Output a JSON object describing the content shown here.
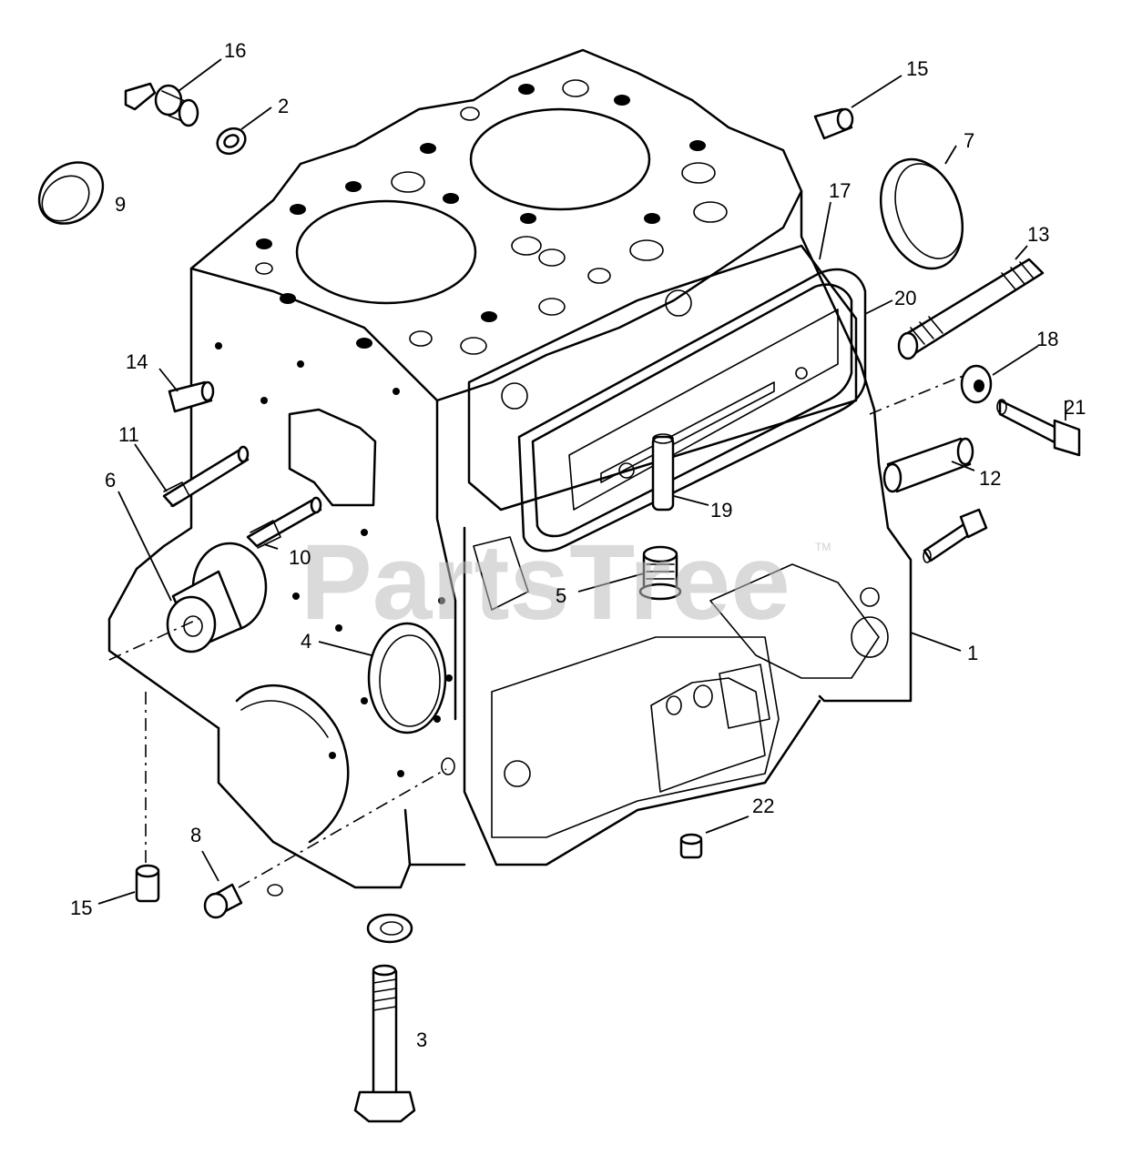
{
  "watermark": {
    "text": "PartsTree",
    "tm": "TM"
  },
  "callouts": [
    {
      "id": "1",
      "text": "1"
    },
    {
      "id": "2",
      "text": "2"
    },
    {
      "id": "3",
      "text": "3"
    },
    {
      "id": "4",
      "text": "4"
    },
    {
      "id": "5",
      "text": "5"
    },
    {
      "id": "6",
      "text": "6"
    },
    {
      "id": "7",
      "text": "7"
    },
    {
      "id": "8",
      "text": "8"
    },
    {
      "id": "9",
      "text": "9"
    },
    {
      "id": "10",
      "text": "10"
    },
    {
      "id": "11",
      "text": "11"
    },
    {
      "id": "12",
      "text": "12"
    },
    {
      "id": "13",
      "text": "13"
    },
    {
      "id": "14",
      "text": "14"
    },
    {
      "id": "15a",
      "text": "15"
    },
    {
      "id": "15b",
      "text": "15"
    },
    {
      "id": "16",
      "text": "16"
    },
    {
      "id": "17",
      "text": "17"
    },
    {
      "id": "18",
      "text": "18"
    },
    {
      "id": "19",
      "text": "19"
    },
    {
      "id": "20",
      "text": "20"
    },
    {
      "id": "21",
      "text": "21"
    },
    {
      "id": "22",
      "text": "22"
    }
  ]
}
